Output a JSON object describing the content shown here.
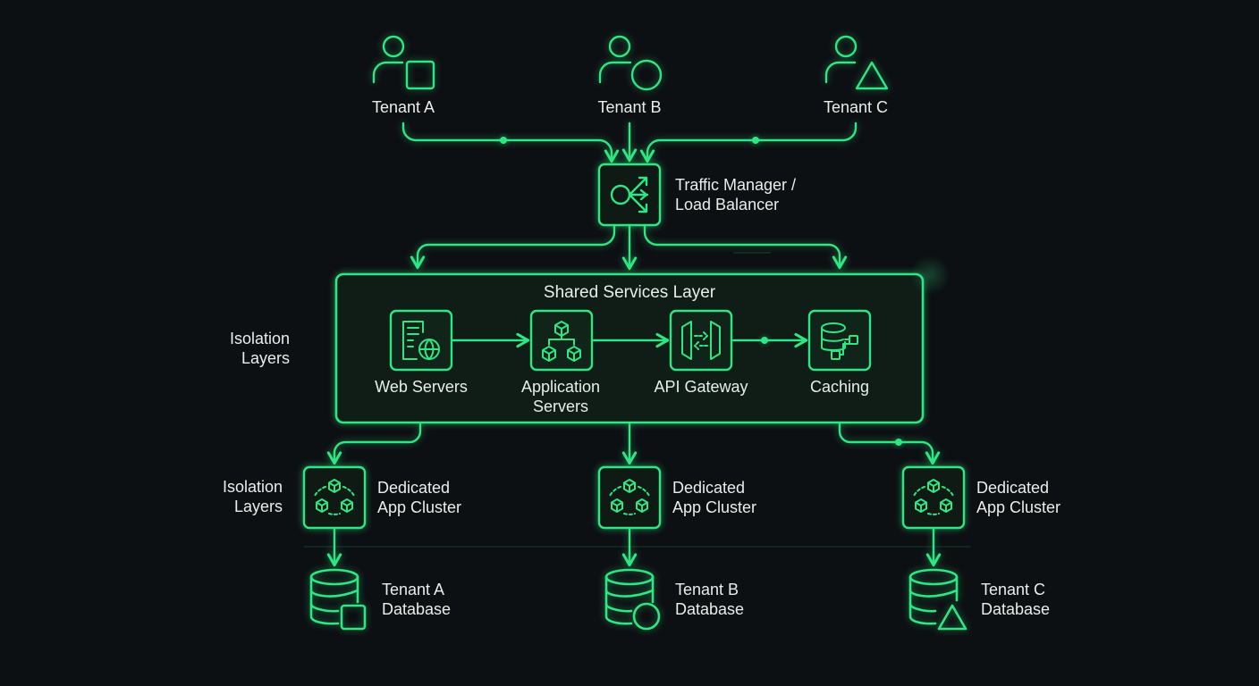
{
  "accent": "#2ee682",
  "background": "#0d1013",
  "tenants": [
    {
      "label": "Tenant A",
      "icon": "user-square-icon"
    },
    {
      "label": "Tenant B",
      "icon": "user-circle-icon"
    },
    {
      "label": "Tenant C",
      "icon": "user-triangle-icon"
    }
  ],
  "traffic_manager": {
    "line1": "Traffic Manager /",
    "line2": "Load Balancer",
    "icon": "load-balancer-icon"
  },
  "shared_layer": {
    "title": "Shared Services Layer",
    "services": [
      {
        "line1": "Web Servers",
        "line2": "",
        "icon": "web-server-globe-icon"
      },
      {
        "line1": "Application",
        "line2": "Servers",
        "icon": "app-server-cubes-icon"
      },
      {
        "line1": "API Gateway",
        "line2": "",
        "icon": "api-gateway-icon"
      },
      {
        "line1": "Caching",
        "line2": "",
        "icon": "cache-database-icon"
      }
    ]
  },
  "isolation_labels": [
    {
      "line1": "Isolation",
      "line2": "Layers"
    },
    {
      "line1": "Isolation",
      "line2": "Layers"
    }
  ],
  "clusters": [
    {
      "line1": "Dedicated",
      "line2": "App Cluster",
      "icon": "app-cluster-icon"
    },
    {
      "line1": "Dedicated",
      "line2": "App Cluster",
      "icon": "app-cluster-icon"
    },
    {
      "line1": "Dedicated",
      "line2": "App Cluster",
      "icon": "app-cluster-icon"
    }
  ],
  "databases": [
    {
      "line1": "Tenant A",
      "line2": "Database",
      "icon": "database-square-icon"
    },
    {
      "line1": "Tenant B",
      "line2": "Database",
      "icon": "database-circle-icon"
    },
    {
      "line1": "Tenant C",
      "line2": "Database",
      "icon": "database-triangle-icon"
    }
  ]
}
